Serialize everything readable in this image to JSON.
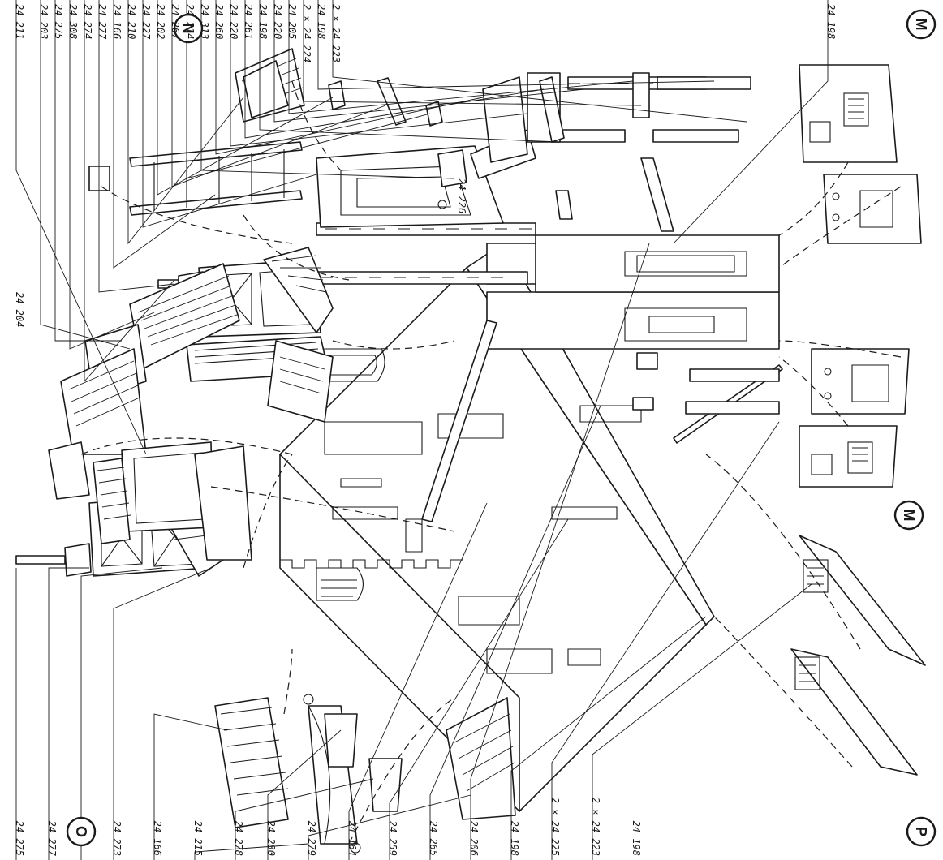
{
  "labels": {
    "top": [
      "24 211",
      "24 203",
      "24 275",
      "24 308",
      "24 274",
      "24 277",
      "24 166",
      "24 210",
      "24 227",
      "24 202",
      "24 267",
      "24 214",
      "24 313",
      "24 260",
      "24 220",
      "24 261",
      "24 198",
      "24 220",
      "24 205",
      "2 × 24 224",
      "24 198",
      "2 × 24 223",
      "24 198"
    ],
    "left": [
      "24 204"
    ],
    "inner": [
      "24 226"
    ],
    "bottom": [
      "24 275",
      "24 277",
      "24 273",
      "24 166",
      "24 215",
      "24 278",
      "24 280",
      "24 279",
      "24 164",
      "24 259",
      "24 265",
      "24 206",
      "24 198",
      "2 × 24 225",
      "2 × 24 223",
      "24 198"
    ]
  },
  "callouts": [
    "M",
    "M",
    "N",
    "O",
    "P"
  ]
}
